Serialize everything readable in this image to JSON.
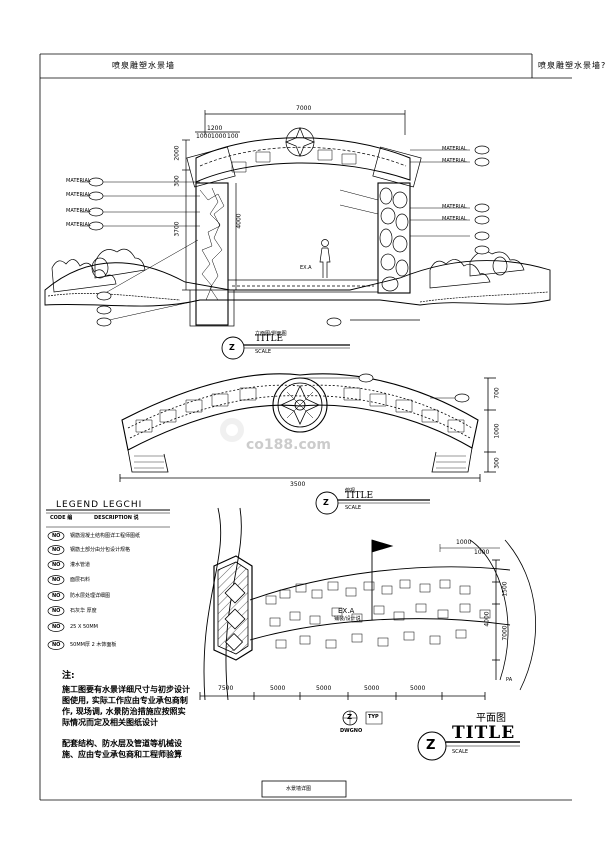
{
  "header": {
    "left_title": "喷泉雕塑水景墙",
    "right_title": "喷泉雕塑水景墙?"
  },
  "elevation": {
    "dims": {
      "total_width": "7000",
      "top_1200": "1200",
      "sub_1000a": "1000",
      "sub_1000b": "1000",
      "sub_100": "100",
      "h_2000": "2000",
      "h_300": "300",
      "h_3700": "3700",
      "h_4000": "4000"
    },
    "callouts_left": [
      "MATERIAL",
      "MATERIAL",
      "MATERIAL",
      "MATERIAL"
    ],
    "callouts_right": [
      "MATERIAL",
      "MATERIAL",
      "MATERIAL",
      "MATERIAL"
    ],
    "center_note": "EX.A",
    "water_label": "立面图/侧面图",
    "title": "TITLE",
    "scale": "SCALE",
    "marker": "Z"
  },
  "plan_view": {
    "dims": {
      "width": "3500",
      "h_700": "700",
      "h_1000": "1000",
      "h_300": "300"
    },
    "title_cn": "俯视",
    "title": "TITLE",
    "scale": "SCALE",
    "marker": "Z"
  },
  "legend": {
    "header": "LEGEND   LEGCHI",
    "col_code": "CODE 编",
    "col_desc": "DESCRIPTION 说",
    "items": [
      {
        "code": "NO",
        "desc": "钢筋混凝土结构图详工程师图纸"
      },
      {
        "code": "NO",
        "desc": "钢筋土部分由分包设计规格"
      },
      {
        "code": "NO",
        "desc": "灌水管道"
      },
      {
        "code": "NO",
        "desc": "面层石料"
      },
      {
        "code": "NO",
        "desc": "防水层处理详细图"
      },
      {
        "code": "NO",
        "desc": "石灰华 厚度"
      },
      {
        "code": "NO",
        "desc": "25 X 50MM"
      },
      {
        "code": "NO",
        "desc": "50MM厚 2 木饰面板"
      }
    ],
    "note_label": "注:",
    "notes": "施工图要有水景详细尺寸与初步设计图使用, 实际工作应由专业承包商制作, 现场调, 水景防治措施应按照实际情况而定及相关图纸设计",
    "notes2": "配套结构、防水层及管道等机械设施、应由专业承包商和工程师验算"
  },
  "site_plan": {
    "dims": {
      "d1": "1000",
      "d2": "1000",
      "d3": "1500",
      "d4": "4000",
      "d5": "7000",
      "b1": "7500",
      "b2": "5000",
      "b3": "5000",
      "b4": "5000",
      "b5": "5000"
    },
    "center_note": "EX.A",
    "center_sub": "铺装/设计说",
    "side_note": "PA"
  },
  "title_block": {
    "marker_small": "Z",
    "typ": "TYP",
    "dwgno": "DWGNO",
    "marker": "Z",
    "title_cn": "平面图",
    "title": "TITLE",
    "scale": "SCALE"
  },
  "footer": {
    "sheet_label": "水景墙详图"
  },
  "watermark": "co188.com"
}
